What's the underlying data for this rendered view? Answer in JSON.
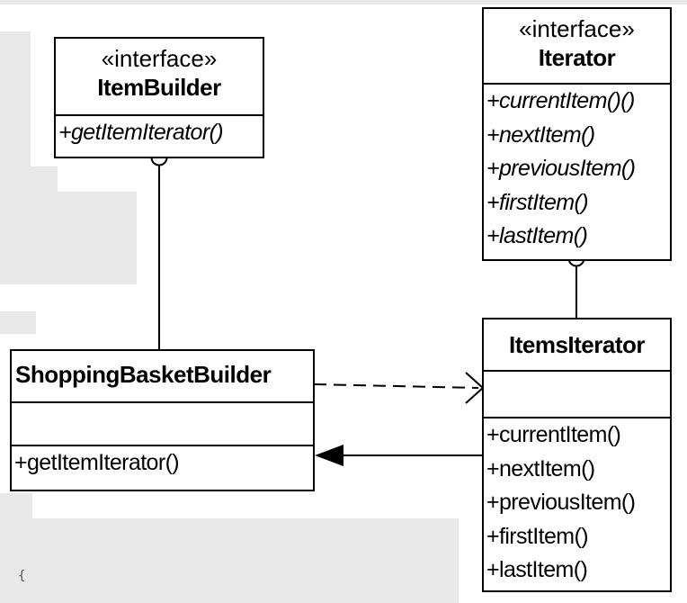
{
  "classes": {
    "item_builder": {
      "stereotype": "«interface»",
      "name": "ItemBuilder",
      "operations": [
        "+getItemIterator()"
      ]
    },
    "iterator": {
      "stereotype": "«interface»",
      "name": "Iterator",
      "operations": [
        "+currentItem()()",
        "+nextItem()",
        "+previousItem()",
        "+firstItem()",
        "+lastItem()"
      ]
    },
    "shopping_basket_builder": {
      "name": "ShoppingBasketBuilder",
      "operations": [
        "+getItemIterator()"
      ]
    },
    "items_iterator": {
      "name": "ItemsIterator",
      "operations": [
        "+currentItem()",
        "+nextItem()",
        "+previousItem()",
        "+firstItem()",
        "+lastItem()"
      ]
    }
  },
  "relations": [
    {
      "type": "realization-lollipop",
      "from": "ShoppingBasketBuilder",
      "to": "ItemBuilder"
    },
    {
      "type": "realization-lollipop",
      "from": "ItemsIterator",
      "to": "Iterator"
    },
    {
      "type": "dependency",
      "from": "ShoppingBasketBuilder",
      "to": "ItemsIterator"
    },
    {
      "type": "association",
      "from": "ItemsIterator",
      "to": "ShoppingBasketBuilder"
    }
  ],
  "stray_text": "{",
  "colors": {
    "line": "#000000",
    "background_blocks": "#e8e8e8"
  }
}
